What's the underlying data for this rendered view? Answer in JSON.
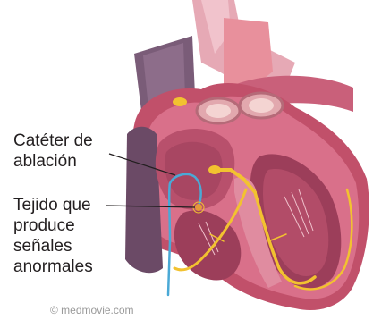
{
  "labels": {
    "catheter": "Catéter de\nablación",
    "tissue": "Tejido que\nproduce\nseñales\nanormales"
  },
  "copyright": "© medmovie.com",
  "colors": {
    "background": "#ffffff",
    "label_text": "#231f20",
    "leader_line": "#231f20",
    "catheter": "#4aa9d6",
    "conduction": "#f2c230",
    "abnormal_tissue": "#e59a3a"
  }
}
